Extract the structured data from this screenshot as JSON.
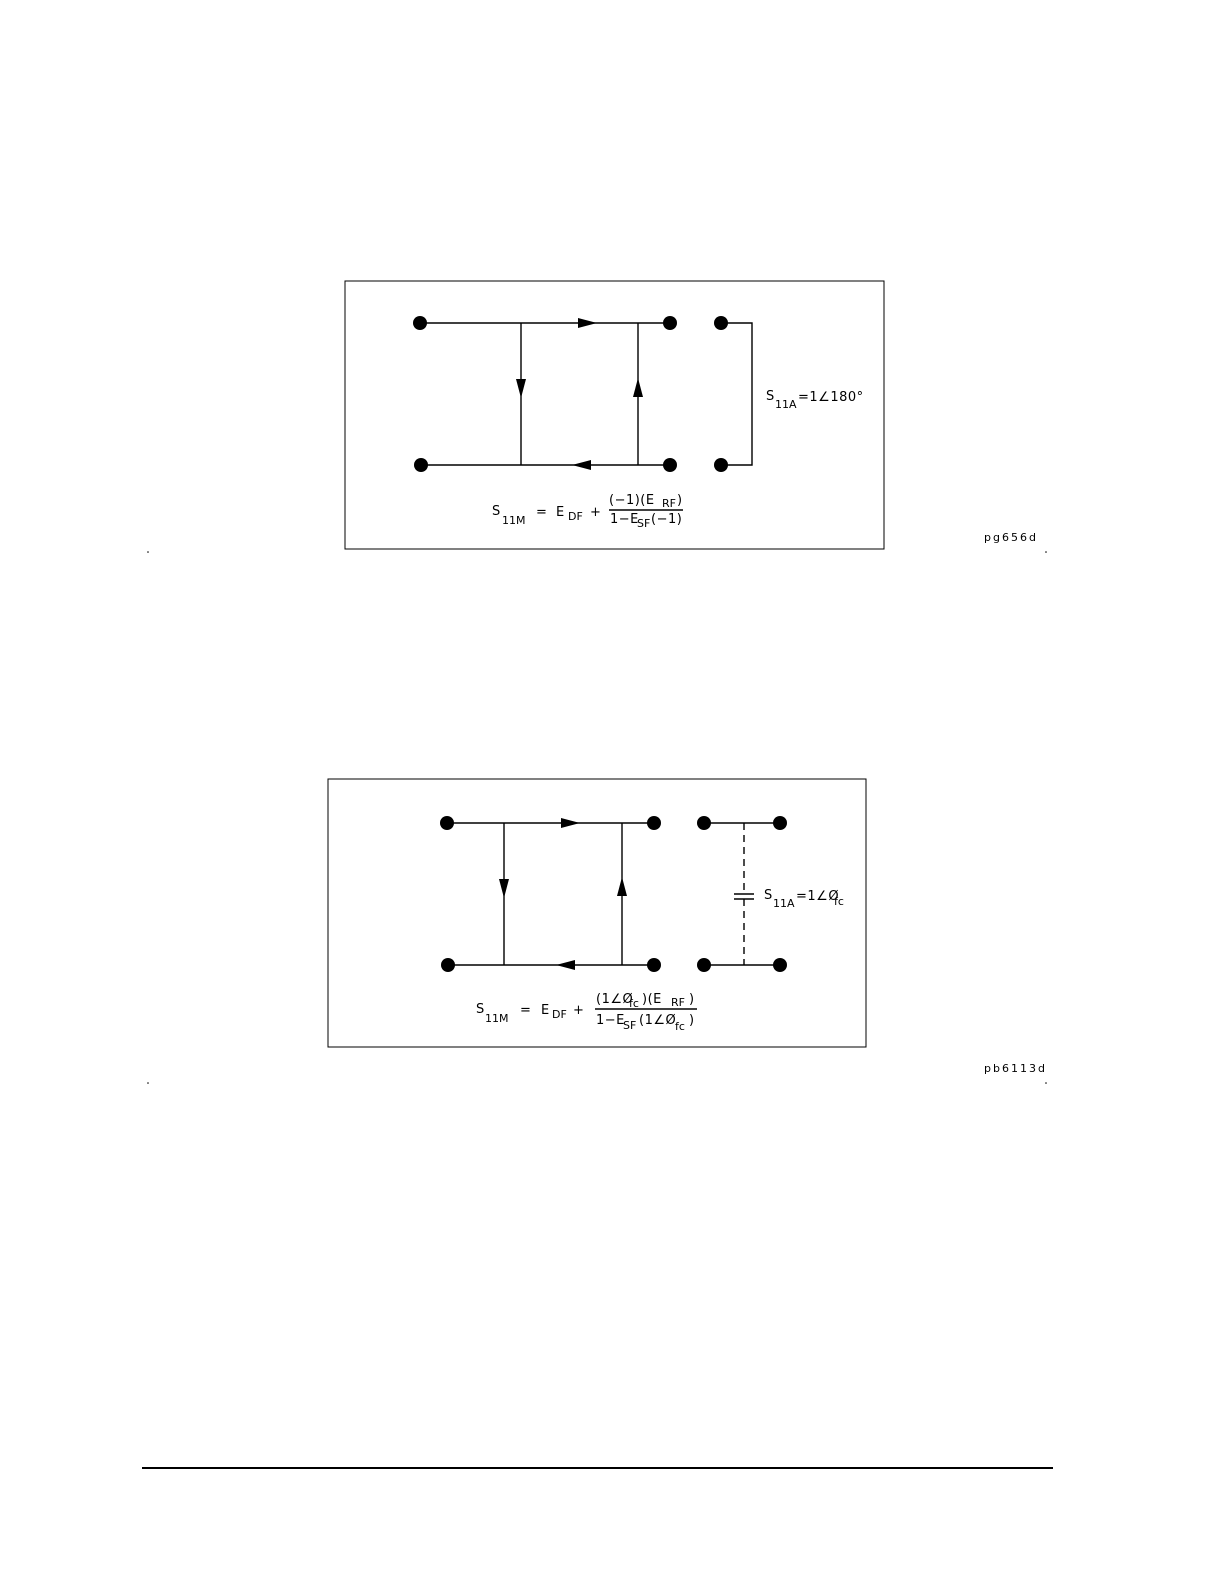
{
  "figures": [
    {
      "figure_id": "pg656d",
      "s11a_label": "S",
      "s11a_sub": "11A",
      "s11a_value": "=1∠180°",
      "eq_lhs": "S",
      "eq_lhs_sub": "11M",
      "eq_equals": "=",
      "eq_term1": "E",
      "eq_term1_sub": "DF",
      "eq_plus": "+",
      "eq_numerator": "(−1)(E",
      "eq_numerator_sub": "RF",
      "eq_numerator_end": ")",
      "eq_denominator": "1−E",
      "eq_denominator_sub": "SF",
      "eq_denominator_end": "(−1)"
    },
    {
      "figure_id": "pb6113d",
      "s11a_label": "S",
      "s11a_sub": "11A",
      "s11a_value": "=1∠Ø",
      "s11a_value_sub": "fc",
      "eq_lhs": "S",
      "eq_lhs_sub": "11M",
      "eq_equals": "=",
      "eq_term1": "E",
      "eq_term1_sub": "DF",
      "eq_plus": "+",
      "eq_numerator": "(1∠Ø",
      "eq_numerator_sub": "fc",
      "eq_numerator_mid": ")(E",
      "eq_numerator_sub2": "RF",
      "eq_numerator_end": ")",
      "eq_denominator": "1−E",
      "eq_denominator_sub": "SF",
      "eq_denominator_mid": "(1∠Ø",
      "eq_denominator_sub2": "fc",
      "eq_denominator_end": ")"
    }
  ]
}
